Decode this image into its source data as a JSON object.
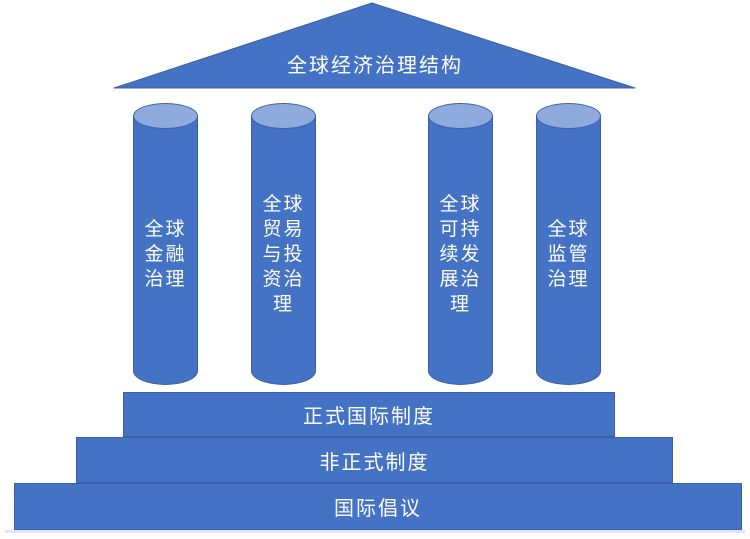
{
  "diagram": {
    "kind": "temple-structure-diagram",
    "roof": {
      "label": "全球经济治理结构"
    },
    "pillars": [
      {
        "text": "全球金融治理",
        "label_lines": "全球\n金融\n治理"
      },
      {
        "text": "全球贸易与投资治理",
        "label_lines": "全球\n贸易\n与投\n资治\n理"
      },
      {
        "text": "全球可持续发展治理",
        "label_lines": "全球\n可持\n续发\n展治\n理"
      },
      {
        "text": "全球监管治理",
        "label_lines": "全球\n监管\n治理"
      }
    ],
    "steps": [
      {
        "label": "正式国际制度"
      },
      {
        "label": "非正式制度"
      },
      {
        "label": "国际倡议"
      }
    ],
    "colors": {
      "shape_fill": "#4472c4",
      "cylinder_cap_fill": "#8faadc",
      "outline": "#3c5fa7",
      "text": "#ffffff",
      "background": "#ffffff"
    }
  }
}
